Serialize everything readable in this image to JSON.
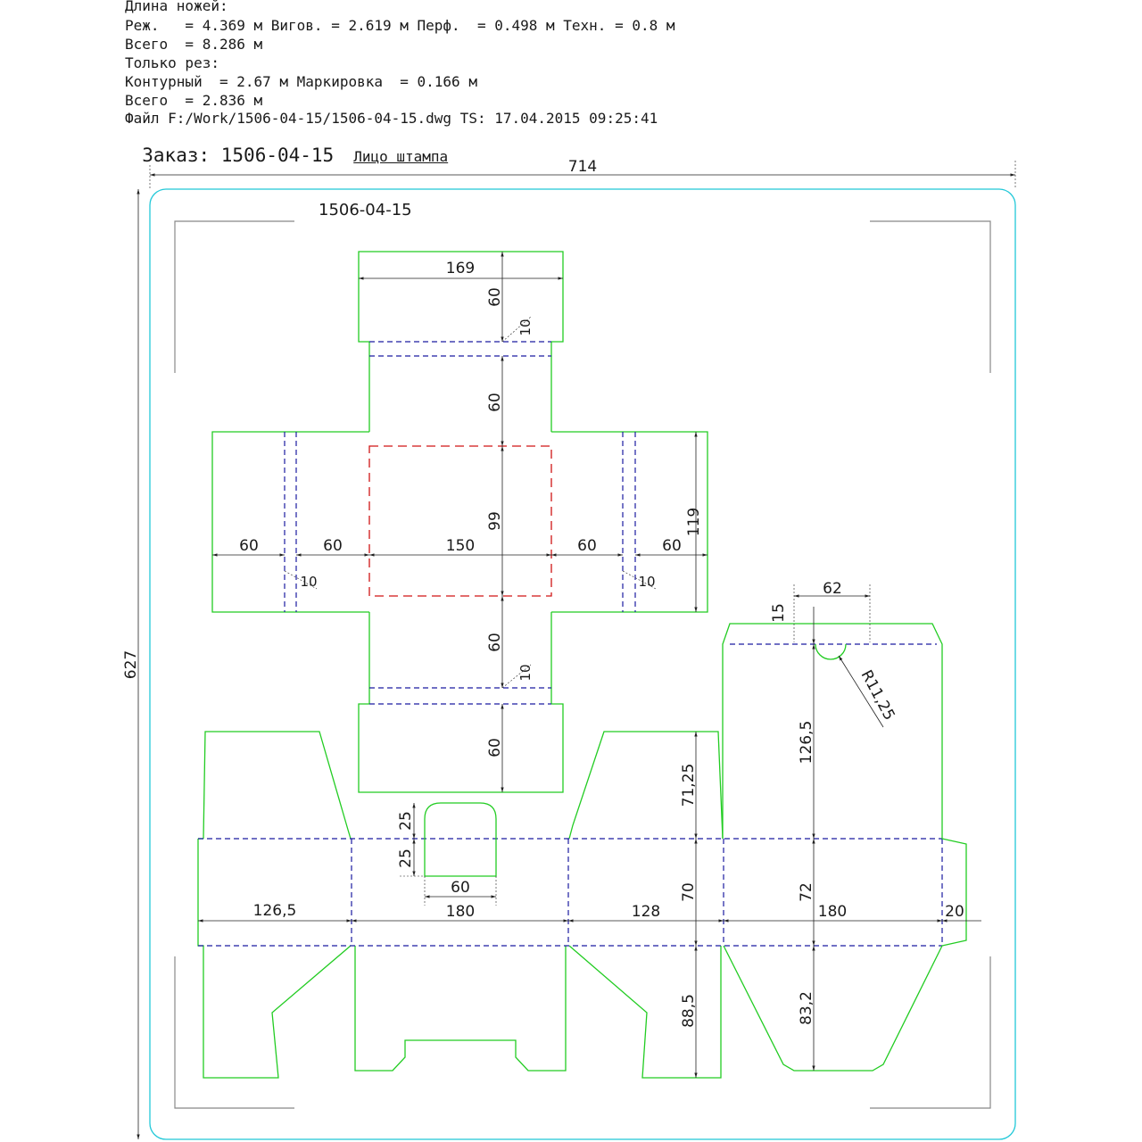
{
  "header": {
    "knife_title": "Длина ножей:",
    "knife_line": "Реж.   = 4.369 м Вигов. = 2.619 м Перф.  = 0.498 м Техн. = 0.8 м",
    "knife_total": "Всего  = 8.286 м",
    "cut_only_title": "Только рез:",
    "cut_only_line": "Контурный  = 2.67 м Маркировка  = 0.166 м",
    "cut_only_total": "Всего  = 2.836 м",
    "file_line": "Файл F:/Work/1506-04-15/1506-04-15.dwg TS: 17.04.2015 09:25:41",
    "order_label": "Заказ: 1506-04-15",
    "side_label": "Лицо штампа"
  },
  "drawing": {
    "stamp_label": "1506-04-15",
    "overall_width": "714",
    "overall_height": "627",
    "dims": {
      "top_flap_width": "169",
      "top_flap_height": "60",
      "tuck_crease": "10",
      "top_panel_height": "60",
      "center_height": "99",
      "side_left_outer": "60",
      "side_left_inner": "60",
      "center_width": "150",
      "side_right_inner": "60",
      "side_right_outer": "60",
      "side_height": "119",
      "left_crease_gap": "10",
      "right_crease_gap": "10",
      "bottom_panel_height": "60",
      "bottom_crease": "10",
      "bottom_flap_height": "60",
      "handle_h1": "25",
      "handle_h2": "25",
      "handle_width": "60",
      "lower_w1": "126,5",
      "lower_w2": "180",
      "lower_w3": "128",
      "lower_w4": "180",
      "lower_w5": "20",
      "lower_top_flap": "71,25",
      "lower_body": "70",
      "lower_bottom_flap": "88,5",
      "right_tab_width": "62",
      "right_tab_height": "15",
      "thumb_radius": "R11,25",
      "right_panel_height": "126,5",
      "right_body": "72",
      "right_bottom": "83,2"
    }
  },
  "colors": {
    "cut": "#22cc22",
    "crease": "#1a1aa0",
    "perforation": "#d01515",
    "frame": "#22c8d8"
  }
}
